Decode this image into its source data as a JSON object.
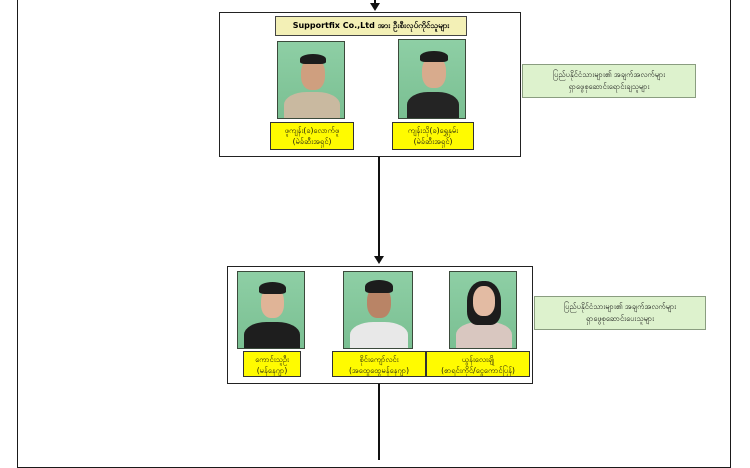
{
  "top_group": {
    "title": "Supportfix Co.,Ltd အား ဦးစီးလုပ်ကိုင်သူများ",
    "people": [
      {
        "name": "ဖူကျန်း(ခ)လောက်ဖူ",
        "role": "(မဲခ်ဆီးအရှင်)"
      },
      {
        "name": "ကျန်းသို(ခ)ရွှေနှမ်း",
        "role": "(မဲခ်ဆီးအရှင်)"
      }
    ],
    "note": [
      "ပြည်ပနိုင်ငံသားများ၏ အချက်အလက်များ",
      "ရှာဖွေစုဆောင်းရောင်းချသူများ"
    ]
  },
  "bottom_group": {
    "people": [
      {
        "name": "ကောင်းသူဦး",
        "role": "(မန်နေဂျာ)"
      },
      {
        "name": "စိုင်းကျော်လင်း",
        "role": "(အထွေထွေမန်နေဂျာ)"
      },
      {
        "name": "ယွန်းလေးချို",
        "role": "(စာရင်းကိုင်/ငွေကောင်ပြန်)"
      }
    ],
    "note": [
      "ပြည်ပနိုင်ငံသားများ၏ အချက်အလက်များ",
      "ရှာဖွေစုဆောင်းပေးသူများ"
    ]
  },
  "colors": {
    "name_tag": "#fffb00",
    "title_tag": "#f3f0b6",
    "note_box": "#ddf2cd",
    "photo_bg": "#86c29c"
  }
}
